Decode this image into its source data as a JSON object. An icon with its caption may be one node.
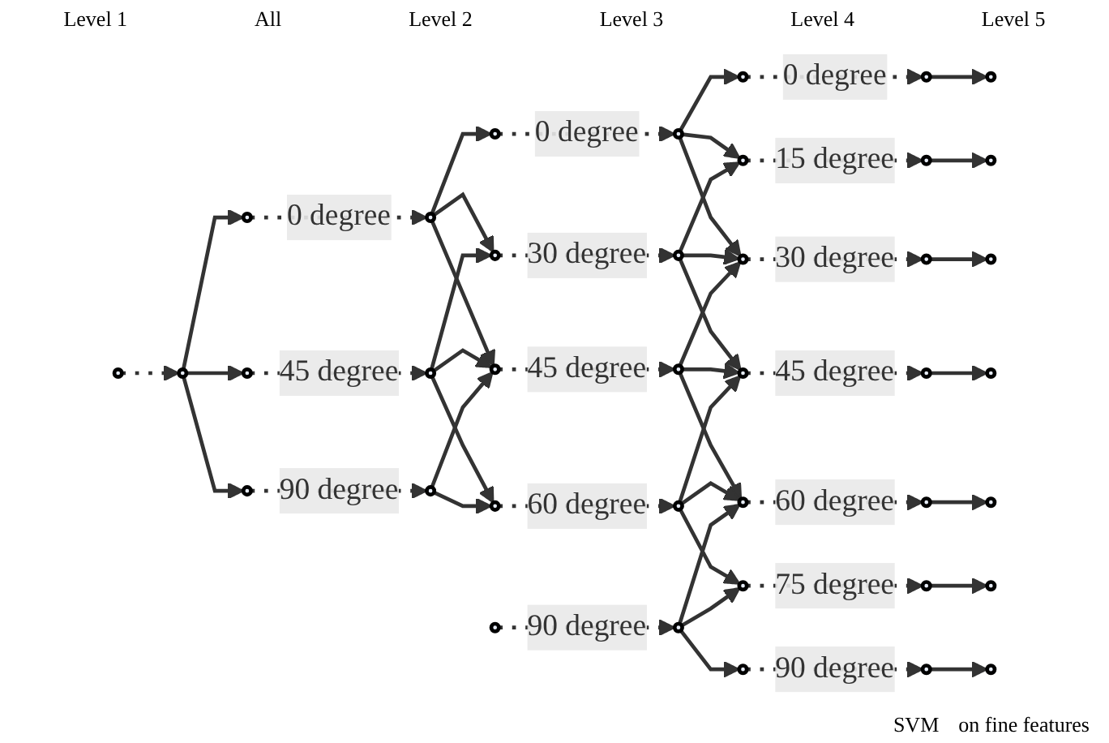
{
  "diagram": {
    "nodes": [
      {
        "text": [],
        "shape": "circle"
      },
      {
        "text": [],
        "shape": "circle"
      },
      {
        "text": [],
        "shape": "circle"
      },
      {
        "text": [],
        "shape": "circle"
      },
      {
        "text": [],
        "shape": "circle"
      },
      {
        "text": [],
        "shape": "circle"
      },
      {
        "text": [],
        "shape": "circle"
      },
      {
        "text": [],
        "shape": "circle"
      },
      {
        "text": [],
        "shape": "circle"
      },
      {
        "text": [],
        "shape": "circle"
      },
      {
        "text": [],
        "shape": "circle"
      },
      {
        "text": [],
        "shape": "circle"
      },
      {
        "text": [],
        "shape": "circle"
      },
      {
        "text": [],
        "shape": "circle"
      },
      {
        "text": [],
        "shape": "circle"
      },
      {
        "text": [],
        "shape": "circle"
      },
      {
        "text": [],
        "shape": "circle"
      },
      {
        "text": [],
        "shape": "circle"
      },
      {
        "text": [],
        "shape": "circle"
      },
      {
        "text": [],
        "shape": "circle"
      },
      {
        "text": [],
        "shape": "circle"
      },
      {
        "text": [],
        "shape": "circle"
      },
      {
        "text": [],
        "shape": "circle"
      },
      {
        "text": [],
        "shape": "circle"
      },
      {
        "text": [],
        "shape": "circle"
      },
      {
        "text": [],
        "shape": "circle"
      },
      {
        "text": [],
        "shape": "circle"
      },
      {
        "text": [],
        "shape": "circle"
      },
      {
        "text": [],
        "shape": "circle"
      },
      {
        "text": [],
        "shape": "circle"
      },
      {
        "text": [],
        "shape": "circle"
      },
      {
        "text": [],
        "shape": "circle"
      },
      {
        "text": [],
        "shape": "circle"
      },
      {
        "text": [],
        "shape": "circle"
      },
      {
        "text": [],
        "shape": "circle"
      },
      {
        "text": [],
        "shape": "circle"
      },
      {
        "text": [],
        "shape": "circle"
      },
      {
        "text": [],
        "shape": "circle"
      },
      {
        "text": [],
        "shape": "circle"
      }
    ],
    "edges": [
      {
        "from": 0,
        "to": 1,
        "arrow": "to",
        "style": "dashed"
      },
      {
        "from": 1,
        "to": 2,
        "arrow": "to"
      },
      {
        "from": 1,
        "to": 3,
        "arrow": "to"
      },
      {
        "from": 1,
        "to": 4,
        "arrow": "to"
      },
      {
        "from": 2,
        "to": 5,
        "arrow": "to",
        "style": "dashed",
        "label": "0 degree"
      },
      {
        "from": 3,
        "to": 6,
        "arrow": "to",
        "style": "dashed",
        "label": "45 degree"
      },
      {
        "from": 4,
        "to": 7,
        "arrow": "to",
        "style": "dashed",
        "label": "90 degree"
      },
      {
        "from": 5,
        "to": 8,
        "arrow": "to"
      },
      {
        "from": 5,
        "to": 9,
        "arrow": "to"
      },
      {
        "from": 5,
        "to": 10,
        "arrow": "to"
      },
      {
        "from": 6,
        "to": 9,
        "arrow": "to"
      },
      {
        "from": 6,
        "to": 10,
        "arrow": "to"
      },
      {
        "from": 6,
        "to": 11,
        "arrow": "to"
      },
      {
        "from": 7,
        "to": 10,
        "arrow": "to"
      },
      {
        "from": 7,
        "to": 11,
        "arrow": "to"
      },
      {
        "from": 8,
        "to": 13,
        "arrow": "to",
        "style": "dashed",
        "label": "0 degree"
      },
      {
        "from": 9,
        "to": 14,
        "arrow": "to",
        "style": "dashed",
        "label": "30 degree"
      },
      {
        "from": 10,
        "to": 15,
        "arrow": "to",
        "style": "dashed",
        "label": "45 degree"
      },
      {
        "from": 11,
        "to": 16,
        "arrow": "to",
        "style": "dashed",
        "label": "60 degree"
      },
      {
        "from": 12,
        "to": 17,
        "arrow": "to",
        "style": "dashed",
        "label": "90 degree"
      },
      {
        "from": 13,
        "to": 18,
        "arrow": "to"
      },
      {
        "from": 13,
        "to": 19,
        "arrow": "to"
      },
      {
        "from": 13,
        "to": 20,
        "arrow": "to"
      },
      {
        "from": 14,
        "to": 19,
        "arrow": "to"
      },
      {
        "from": 14,
        "to": 20,
        "arrow": "to"
      },
      {
        "from": 14,
        "to": 21,
        "arrow": "to"
      },
      {
        "from": 15,
        "to": 20,
        "arrow": "to"
      },
      {
        "from": 15,
        "to": 21,
        "arrow": "to"
      },
      {
        "from": 15,
        "to": 22,
        "arrow": "to"
      },
      {
        "from": 16,
        "to": 21,
        "arrow": "to"
      },
      {
        "from": 16,
        "to": 22,
        "arrow": "to"
      },
      {
        "from": 16,
        "to": 23,
        "arrow": "to"
      },
      {
        "from": 17,
        "to": 22,
        "arrow": "to"
      },
      {
        "from": 17,
        "to": 23,
        "arrow": "to"
      },
      {
        "from": 17,
        "to": 24,
        "arrow": "to"
      },
      {
        "from": 18,
        "to": 25,
        "arrow": "to",
        "style": "dashed",
        "label": "0 degree"
      },
      {
        "from": 19,
        "to": 26,
        "arrow": "to",
        "style": "dashed",
        "label": "15 degree"
      },
      {
        "from": 20,
        "to": 27,
        "arrow": "to",
        "style": "dashed",
        "label": "30 degree"
      },
      {
        "from": 21,
        "to": 28,
        "arrow": "to",
        "style": "dashed",
        "label": "45 degree"
      },
      {
        "from": 22,
        "to": 29,
        "arrow": "to",
        "style": "dashed",
        "label": "60 degree"
      },
      {
        "from": 23,
        "to": 30,
        "arrow": "to",
        "style": "dashed",
        "label": "75 degree"
      },
      {
        "from": 24,
        "to": 31,
        "arrow": "to",
        "style": "dashed",
        "label": "90 degree"
      },
      {
        "from": 25,
        "to": 32,
        "arrow": "to"
      },
      {
        "from": 26,
        "to": 33,
        "arrow": "to"
      },
      {
        "from": 27,
        "to": 34,
        "arrow": "to"
      },
      {
        "from": 28,
        "to": 35,
        "arrow": "to"
      },
      {
        "from": 29,
        "to": 36,
        "arrow": "to"
      },
      {
        "from": 30,
        "to": 37,
        "arrow": "to"
      },
      {
        "from": 31,
        "to": 38,
        "arrow": "to"
      }
    ],
    "labels": [
      "Level 1",
      "All",
      "Level 2",
      "Level 3",
      "Level 4",
      "Level 5",
      "SVM",
      "on fine features"
    ]
  }
}
